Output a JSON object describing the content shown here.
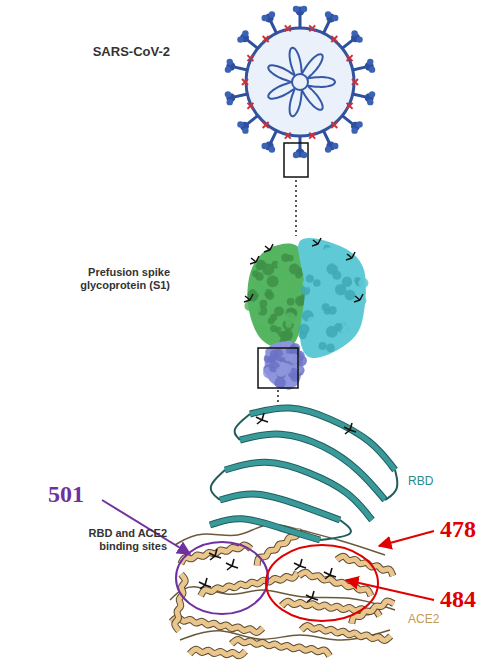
{
  "diagram": {
    "labels": [
      "SARS-CoV-2",
      "Prefusion spike glycoprotein (S1)",
      "RBD and ACE2 binding sites",
      "501",
      "RBD",
      "478",
      "484",
      "ACE2"
    ]
  }
}
